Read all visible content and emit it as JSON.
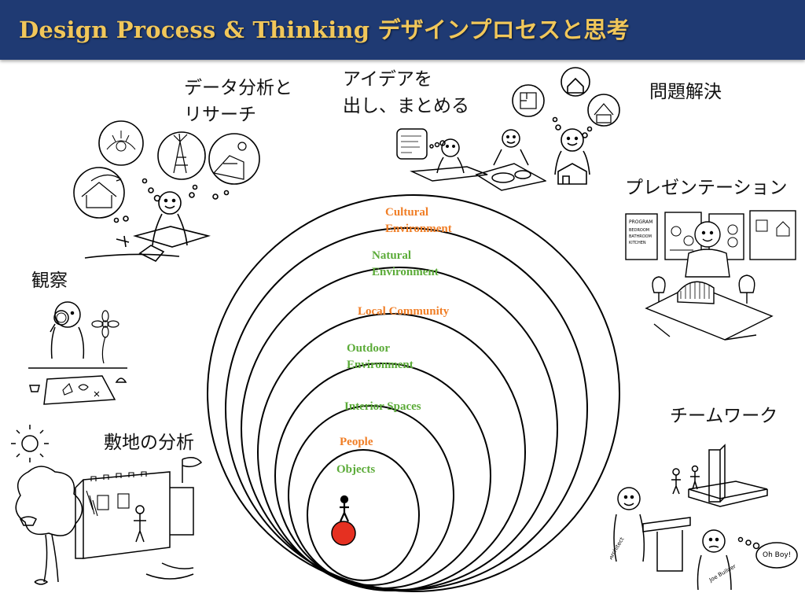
{
  "header": {
    "title": "Design Process & Thinking デザインプロセスと思考"
  },
  "colors": {
    "header_bg": "#1f3a73",
    "header_text": "#f1c75a",
    "orange": "#f07e26",
    "green": "#5bab38",
    "center_dot": "#e53021",
    "ring_stroke": "#000000"
  },
  "labels": {
    "data_analysis_line1": "データ分析と",
    "data_analysis_line2": "リサーチ",
    "ideas_line1": "アイデアを",
    "ideas_line2": "出し、まとめる",
    "problem_solving": "問題解決",
    "presentation": "プレゼンテーション",
    "observation": "観察",
    "site_analysis": "敷地の分析",
    "teamwork": "チームワーク"
  },
  "rings": [
    {
      "label_line1": "Cultural",
      "label_line2": "Environment",
      "color": "orange"
    },
    {
      "label_line1": "Natural",
      "label_line2": "Environment",
      "color": "green"
    },
    {
      "label_line1": "Local Community",
      "label_line2": "",
      "color": "orange"
    },
    {
      "label_line1": "Outdoor",
      "label_line2": "Environment",
      "color": "green"
    },
    {
      "label_line1": "Interior Spaces",
      "label_line2": "",
      "color": "green"
    },
    {
      "label_line1": "People",
      "label_line2": "",
      "color": "orange"
    },
    {
      "label_line1": "Objects",
      "label_line2": "",
      "color": "green"
    }
  ],
  "sketch_text": {
    "program": "PROGRAM",
    "bedroom": "BEDROOM",
    "bathroom": "BATHROOM",
    "kitchen": "KITCHEN",
    "oh_boy": "Oh Boy!",
    "joe_builder": "Joe Builder",
    "architect": "Architect"
  },
  "icons": {
    "center_person": "person-icon",
    "center_dot": "red-circle",
    "sun": "sun-icon",
    "house": "house-icon"
  }
}
